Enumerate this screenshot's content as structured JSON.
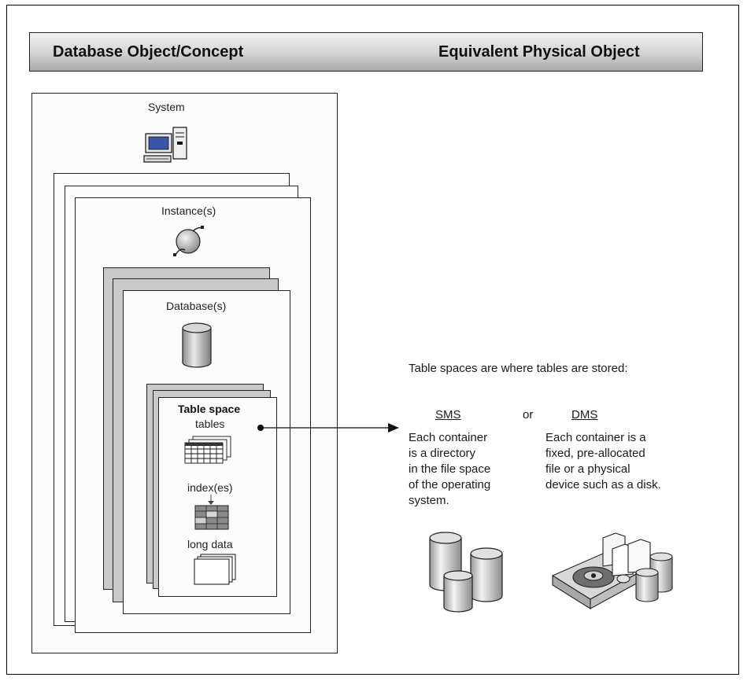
{
  "header": {
    "left_title": "Database Object/Concept",
    "right_title": "Equivalent Physical Object"
  },
  "diagram": {
    "system_label": "System",
    "instance_label": "Instance(s)",
    "database_label": "Database(s)",
    "tablespace_title": "Table space",
    "tables_label": "tables",
    "indexes_label": "index(es)",
    "longdata_label": "long data"
  },
  "physical": {
    "intro": "Table spaces are where tables are stored:",
    "sms_heading": "SMS",
    "or_word": "or",
    "dms_heading": "DMS",
    "sms_lines": [
      "Each container",
      "is a directory",
      "in the file space",
      "of the operating",
      "system."
    ],
    "dms_lines": [
      "Each container is a",
      "fixed, pre-allocated",
      "file or a physical",
      "device such as a disk."
    ]
  },
  "icons": {
    "system": "computer-icon",
    "instance": "instance-sphere-icon",
    "database": "database-cylinder-icon",
    "tables": "tables-grid-icon",
    "indexes": "index-grid-icon",
    "longdata": "long-data-pages-icon",
    "sms": "sms-cylinders-icon",
    "dms": "dms-disk-files-icon"
  }
}
